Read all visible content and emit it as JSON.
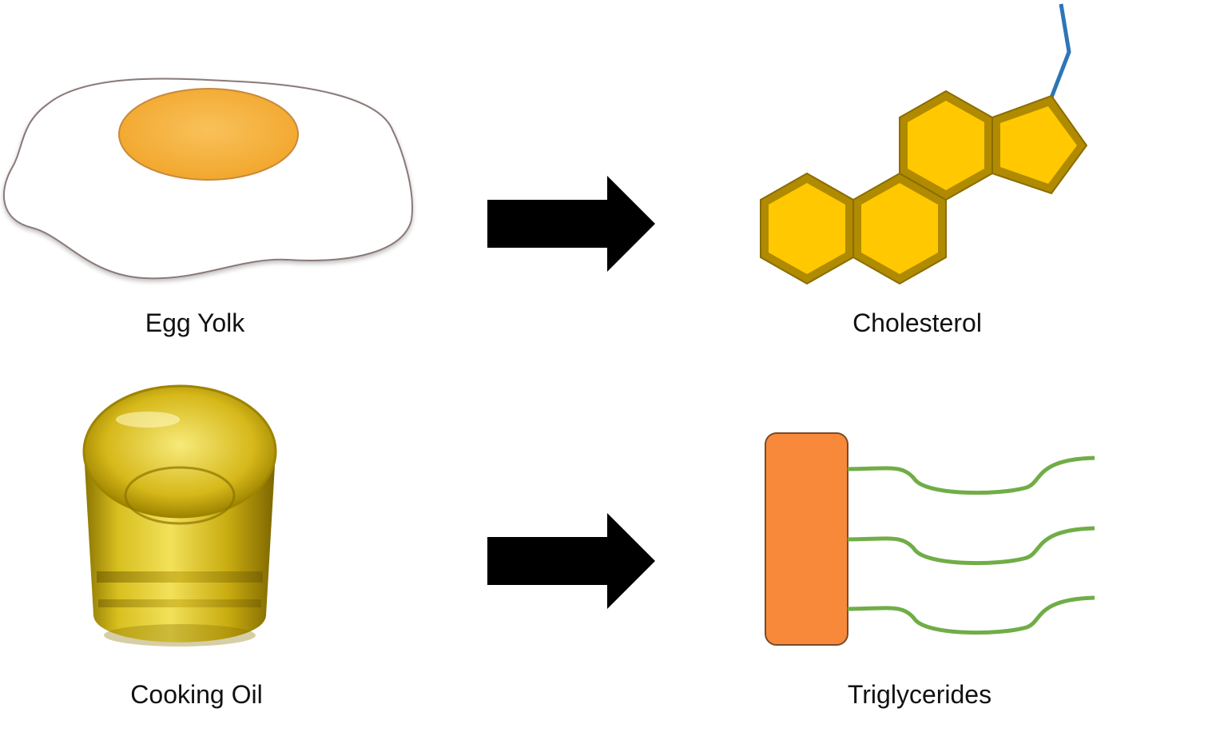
{
  "items": [
    {
      "source": "Egg Yolk",
      "product": "Cholesterol"
    },
    {
      "source": "Cooking Oil",
      "product": "Triglycerides"
    }
  ],
  "icons": {
    "egg": "fried-egg-icon",
    "oil": "oil-glass-icon",
    "cholesterol": "steroid-ring-structure-icon",
    "triglycerides": "glycerol-fatty-acid-structure-icon",
    "arrow": "right-arrow-icon"
  },
  "colors": {
    "yolk": "#F4B23A",
    "ring_gold": "#FFC800",
    "tail_blue": "#2E75B6",
    "glycerol_orange": "#F8893B",
    "fatty_acid_green": "#70AD47",
    "arrow": "#000000"
  }
}
